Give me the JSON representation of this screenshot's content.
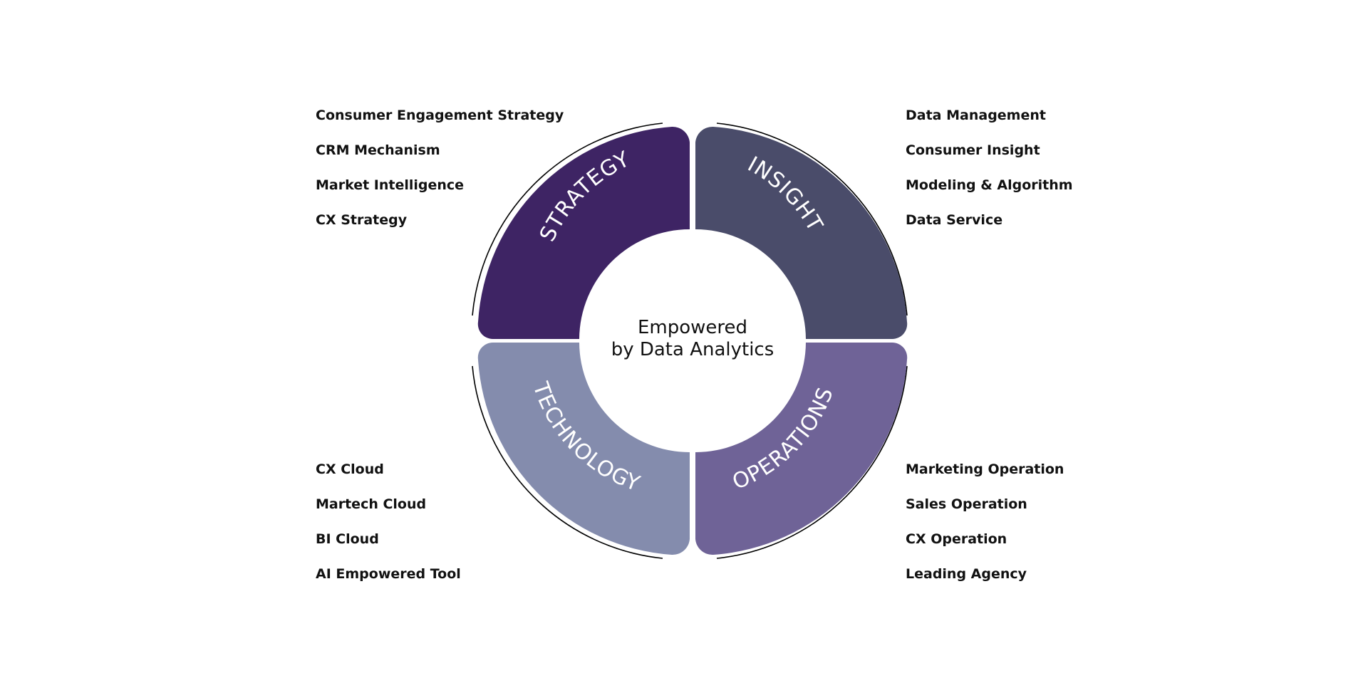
{
  "center": {
    "line1": "Empowered",
    "line2": "by Data Analytics"
  },
  "segments": [
    {
      "id": "strategy",
      "label": "STRATEGY",
      "color": "#3e2464",
      "items": [
        "Consumer Engagement Strategy",
        "CRM Mechanism",
        "Market Intelligence",
        "CX Strategy"
      ]
    },
    {
      "id": "insight",
      "label": "INSIGHT",
      "color": "#4a4c6a",
      "items": [
        "Data Management",
        "Consumer Insight",
        "Modeling & Algorithm",
        "Data Service"
      ]
    },
    {
      "id": "technology",
      "label": "TECHNOLOGY",
      "color": "#848cad",
      "items": [
        "CX Cloud",
        "Martech Cloud",
        "BI Cloud",
        "AI Empowered Tool"
      ]
    },
    {
      "id": "operations",
      "label": "OPERATIONS",
      "color": "#6f6397",
      "items": [
        "Marketing Operation",
        "Sales Operation",
        "CX Operation",
        "Leading Agency"
      ]
    }
  ]
}
